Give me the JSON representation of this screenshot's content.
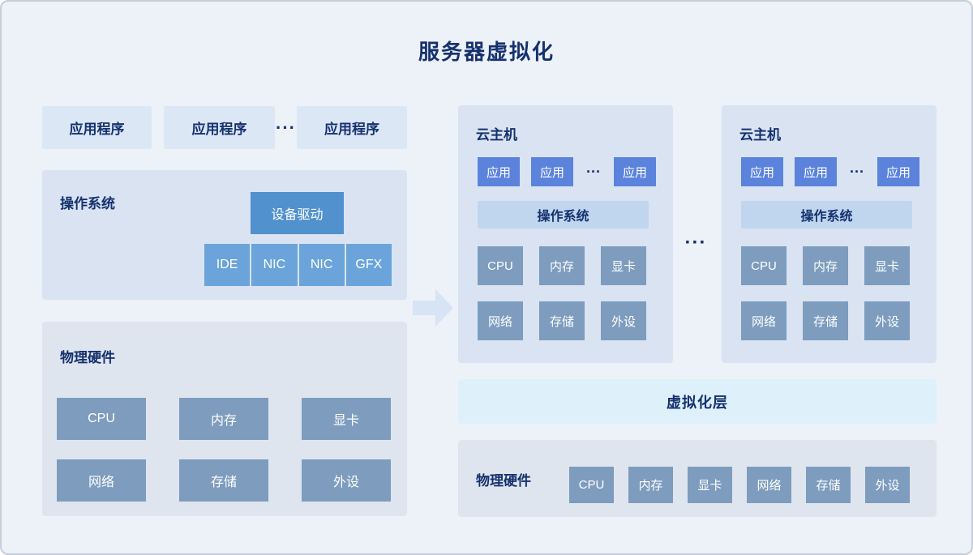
{
  "title": "服务器虚拟化",
  "left": {
    "apps": [
      "应用程序",
      "应用程序",
      "应用程序"
    ],
    "apps_dots": "···",
    "os_panel": {
      "label": "操作系统",
      "driver": "设备驱动",
      "devices": [
        "IDE",
        "NIC",
        "NIC",
        "GFX"
      ]
    },
    "hw_panel": {
      "label": "物理硬件",
      "items": [
        "CPU",
        "内存",
        "显卡",
        "网络",
        "存储",
        "外设"
      ]
    }
  },
  "right": {
    "hosts": [
      {
        "label": "云主机",
        "apps": [
          "应用",
          "应用",
          "应用"
        ],
        "apps_dots": "···",
        "os_label": "操作系统",
        "items": [
          "CPU",
          "内存",
          "显卡",
          "网络",
          "存储",
          "外设"
        ]
      },
      {
        "label": "云主机",
        "apps": [
          "应用",
          "应用",
          "应用"
        ],
        "apps_dots": "···",
        "os_label": "操作系统",
        "items": [
          "CPU",
          "内存",
          "显卡",
          "网络",
          "存储",
          "外设"
        ]
      }
    ],
    "hosts_dots": "···",
    "virtualization": "虚拟化层",
    "hw_panel": {
      "label": "物理硬件",
      "items": [
        "CPU",
        "内存",
        "显卡",
        "网络",
        "存储",
        "外设"
      ]
    }
  },
  "colors": {
    "navy_text": "#15316e",
    "app_box_bg": "#dce7f6",
    "panel_bg": "#d9e3f2",
    "hw_panel_bg": "#dfe5ee",
    "steel_box": "#7d9cbe",
    "driver_box": "#5191ce",
    "device_box": "#6ba4da",
    "vm_app_box": "#5b83dc",
    "os_bar_bg": "#c0d6ef",
    "virtualization_bar_bg": "#def1fb",
    "arrow": "#d6e4f5",
    "background": "#edf1f8"
  }
}
